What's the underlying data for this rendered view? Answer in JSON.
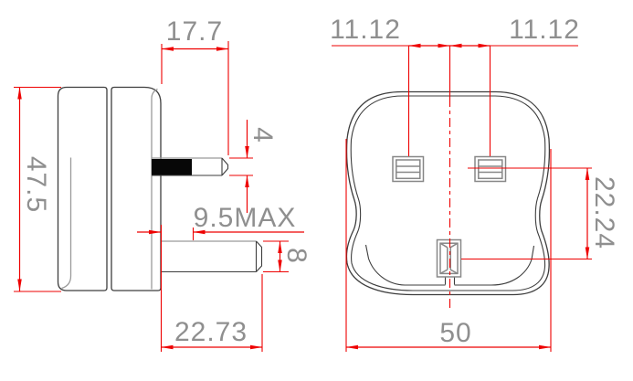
{
  "drawing": {
    "title": "uk-plug-dimension-drawing",
    "side_view": {
      "dims": {
        "earth_pin_length": "17.7",
        "body_height": "47.5",
        "earth_pin_thickness": "4",
        "sleeve_max": "9.5MAX",
        "power_pin_length": "22.73",
        "power_pin_thickness": "8"
      }
    },
    "front_view": {
      "dims": {
        "left_pin_offset": "11.12",
        "right_pin_offset": "11.12",
        "pin_row_spacing": "22.24",
        "body_width": "50"
      }
    },
    "colors": {
      "dimension_line": "#ee0000",
      "outline": "#3d3d3d",
      "dimension_text": "#8f8f8f"
    }
  }
}
